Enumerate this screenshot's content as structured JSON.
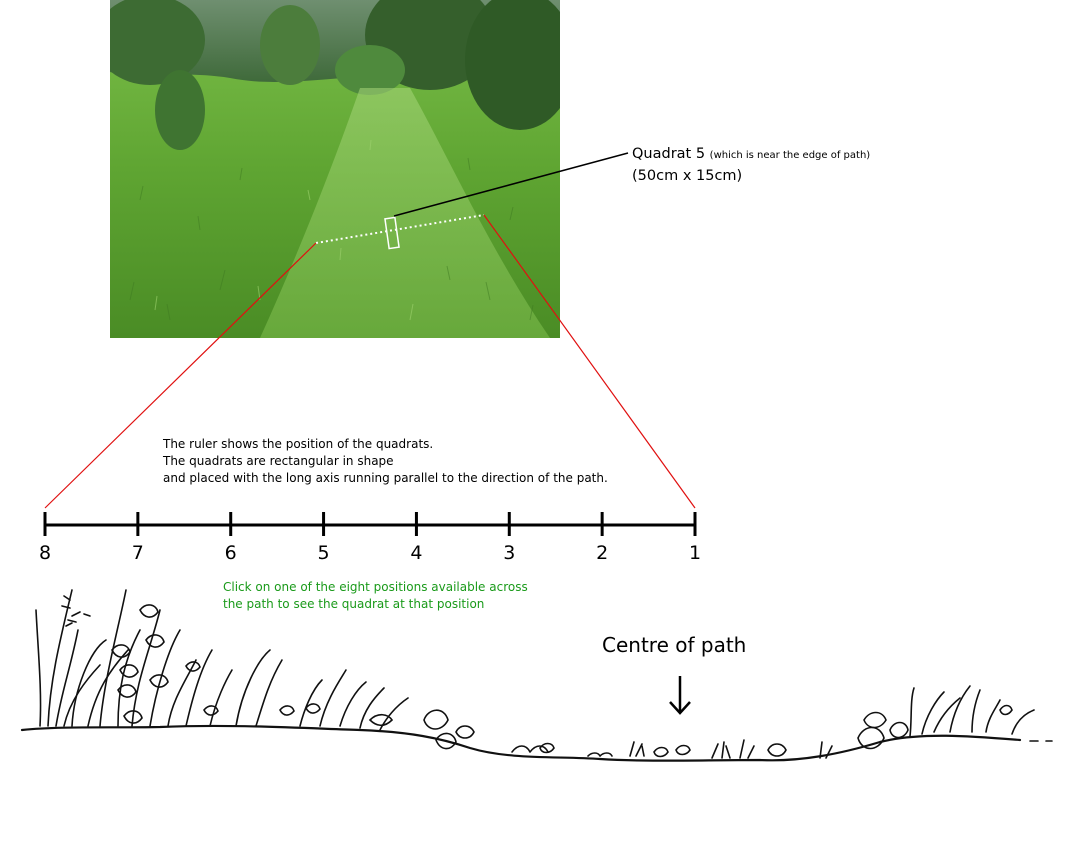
{
  "quadrat_label": {
    "title": "Quadrat 5",
    "note": "(which is near the edge of path)",
    "size": "(50cm x 15cm)"
  },
  "ruler_note": {
    "line1": "The ruler shows the position of the quadrats.",
    "line2": "The quadrats are rectangular in shape",
    "line3": "and placed with the long axis running parallel to the direction of the path."
  },
  "click_note": {
    "line1": "Click on one of the eight positions available across",
    "line2": "the path to see the quadrat at that position"
  },
  "positions": [
    "8",
    "7",
    "6",
    "5",
    "4",
    "3",
    "2",
    "1"
  ],
  "centre_label": "Centre of path",
  "colors": {
    "zoom_lines": "#e01010",
    "instruction_text": "#1a9a1a",
    "grass": "#5fa532",
    "trees": "#2f5a26"
  },
  "icons": {
    "arrow": "down-arrow-icon"
  }
}
